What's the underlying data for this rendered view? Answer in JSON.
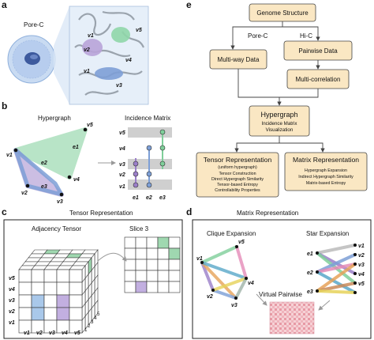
{
  "panels": {
    "a": "a",
    "b": "b",
    "c": "c",
    "d": "d",
    "e": "e"
  },
  "panel_a": {
    "pore_c_label": "Pore-C",
    "vertices": [
      "v1",
      "v2",
      "v3",
      "v4",
      "v5"
    ]
  },
  "panel_b": {
    "hypergraph_title": "Hypergraph",
    "incidence_title": "Incidence Matrix",
    "vertices": [
      "v1",
      "v2",
      "v3",
      "v4",
      "v5"
    ],
    "edges": [
      "e1",
      "e2",
      "e3"
    ]
  },
  "panel_c": {
    "title": "Tensor Representation",
    "adjacency_title": "Adjacency Tensor",
    "slice_title": "Slice 3",
    "row_labels": [
      "v5",
      "v4",
      "v3",
      "v2",
      "v1"
    ],
    "col_labels": [
      "v1",
      "v2",
      "v3",
      "v4",
      "v5"
    ],
    "depth_labels": [
      "1",
      "2",
      "3",
      "4",
      "5"
    ]
  },
  "panel_d": {
    "title": "Matrix Representation",
    "clique_title": "Clique Expansion",
    "star_title": "Star Expansion",
    "virtual_title": "Virtual Pairwise",
    "star_edges": [
      "e1",
      "e2",
      "e3"
    ],
    "star_vertices": [
      "v1",
      "v2",
      "v3",
      "v4",
      "v5"
    ]
  },
  "panel_e": {
    "genome": "Genome Structure",
    "pore_c": "Pore-C",
    "hi_c": "Hi-C",
    "multiway": "Multi-way Data",
    "pairwise": "Pairwise Data",
    "multicorr": "Multi-correlation",
    "hypergraph": "Hypergraph",
    "hypergraph_sub1": "Incidence Matrix",
    "hypergraph_sub2": "Visualization",
    "tensor_title": "Tensor Representation",
    "tensor_sub": "(uniform hypergraph)",
    "tensor_items": [
      "Tensor Construction",
      "Direct Hypergraph Similarity",
      "Tensor-based Entropy",
      "Controllability Properties"
    ],
    "matrix_title": "Matrix Representation",
    "matrix_items": [
      "Hypergraph Expansion",
      "Indirect Hypergraph Similarity",
      "Matrix-based Entropy"
    ]
  },
  "colors": {
    "flow_box": "#fae7c3",
    "edge_blue": "#7d9fd6",
    "edge_purple": "#9b7fc9",
    "edge_green": "#7fcf9a",
    "cell_green": "#9fd8b0",
    "cell_blue": "#a9c8ea",
    "cell_purple": "#c2afe0"
  }
}
